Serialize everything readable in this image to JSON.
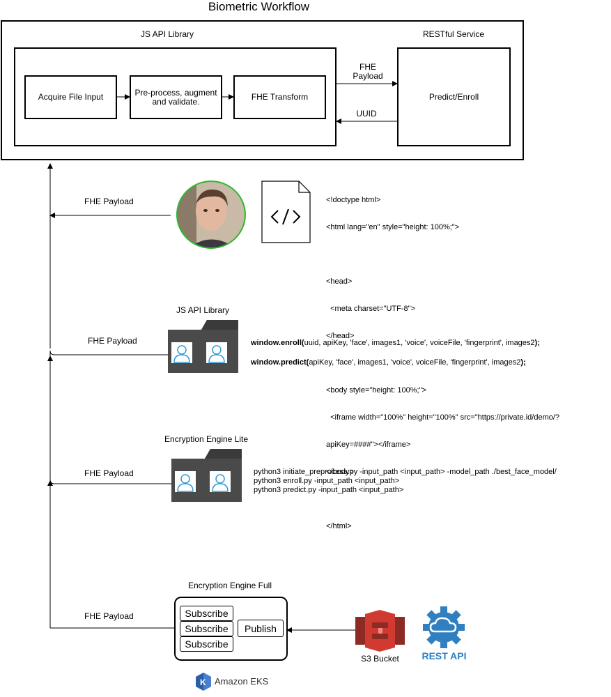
{
  "title": "Biometric Workflow",
  "top": {
    "js_api_label": "JS API Library",
    "restful_label": "RESTful Service",
    "steps": [
      "Acquire File Input",
      "Pre-process, augment and validate.",
      "FHE Transform"
    ],
    "predict_enroll": "Predict/Enroll",
    "fhe_payload_arrow": "FHE\nPayload",
    "uuid_arrow": "UUID"
  },
  "rows": [
    {
      "label": "FHE Payload",
      "code_lines": [
        "<!doctype html>",
        "<html lang=\"en\" style=\"height: 100%;\">",
        "",
        "<head>",
        "  <meta charset=\"UTF-8\">",
        "</head>",
        "",
        "<body style=\"height: 100%;\">",
        "  <iframe width=\"100%\" height=\"100%\" src=\"https://private.id/demo/?",
        "apiKey=####\"></iframe>",
        "</body>",
        "",
        "</html>"
      ]
    },
    {
      "label": "FHE Payload",
      "title": "JS API Library",
      "calls": [
        {
          "fn": "window.enroll(",
          "args": "uuid, apiKey, 'face', images1, 'voice', voiceFile, 'fingerprint', images2",
          "end": ");"
        },
        {
          "fn": "window.predict(",
          "args": "apiKey, 'face', images1, 'voice', voiceFile, 'fingerprint', images2",
          "end": ");"
        }
      ]
    },
    {
      "label": "FHE Payload",
      "title": "Encryption Engine Lite",
      "commands": [
        "python3 initiate_preprocess.py -input_path <input_path> -model_path ./best_face_model/",
        "python3 enroll.py -input_path <input_path>",
        "python3 predict.py -input_path <input_path>"
      ]
    },
    {
      "label": "FHE Payload",
      "title": "Encryption Engine Full",
      "subscribe": [
        "Subscribe",
        "Subscribe",
        "Subscribe"
      ],
      "publish": "Publish",
      "s3_label": "S3 Bucket",
      "rest_api": "REST API",
      "eks_label": "Amazon EKS"
    }
  ],
  "colors": {
    "avatar_ring": "#2db82d",
    "folder": "#4a4a4a",
    "person_fill": "#2e9bd6",
    "s3_red": "#d13a31",
    "rest_blue": "#2f7fc1",
    "eks_orange": "#f29100"
  }
}
